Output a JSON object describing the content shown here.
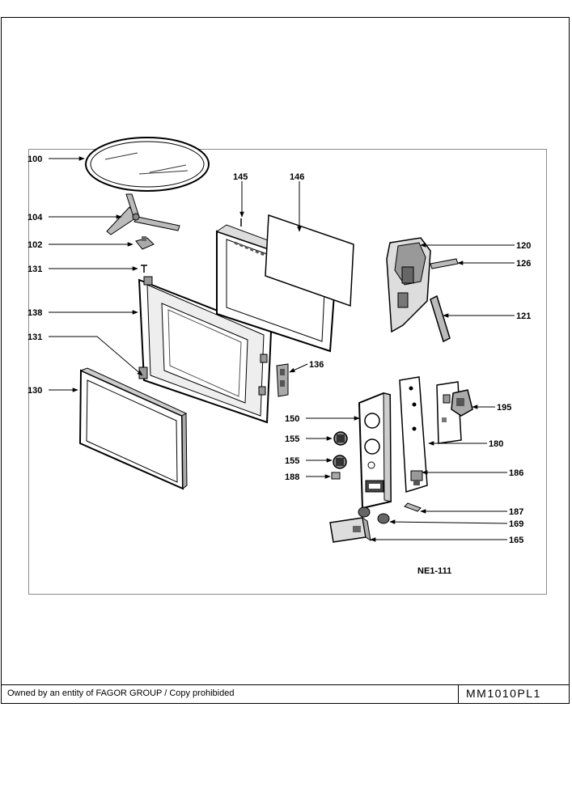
{
  "footer": {
    "ownership": "Owned by an entity of FAGOR GROUP / Copy prohibided",
    "model": "MM1010PL1"
  },
  "diagram": {
    "code": "NE1-111",
    "labels": {
      "p100": "100",
      "p104": "104",
      "p102": "102",
      "p131a": "131",
      "p138": "138",
      "p131b": "131",
      "p130": "130",
      "p145": "145",
      "p146": "146",
      "p136": "136",
      "p120": "120",
      "p126": "126",
      "p121": "121",
      "p150": "150",
      "p155a": "155",
      "p155b": "155",
      "p188": "188",
      "p195": "195",
      "p180": "180",
      "p186": "186",
      "p187": "187",
      "p169": "169",
      "p165": "165"
    }
  }
}
